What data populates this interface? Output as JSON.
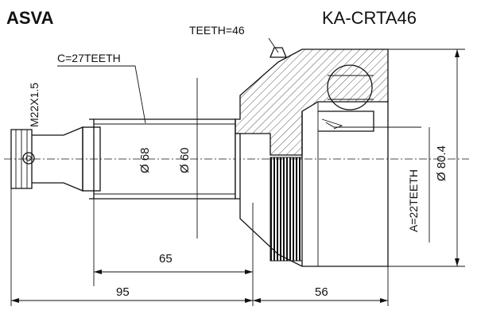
{
  "header": {
    "brand": "ASVA",
    "part_number": "KA-CRTA46"
  },
  "specs": {
    "abs_teeth": "TEETH=46",
    "shaft_spline": "C=27TEETH",
    "thread": "M22X1.5",
    "hub_spline": "A=22TEETH"
  },
  "dimensions": {
    "diameter_shaft": "Ø 68",
    "diameter_neck": "Ø 60",
    "diameter_outer": "Ø 80.4",
    "length_spline": "65",
    "length_shaft": "95",
    "length_housing": "56"
  }
}
